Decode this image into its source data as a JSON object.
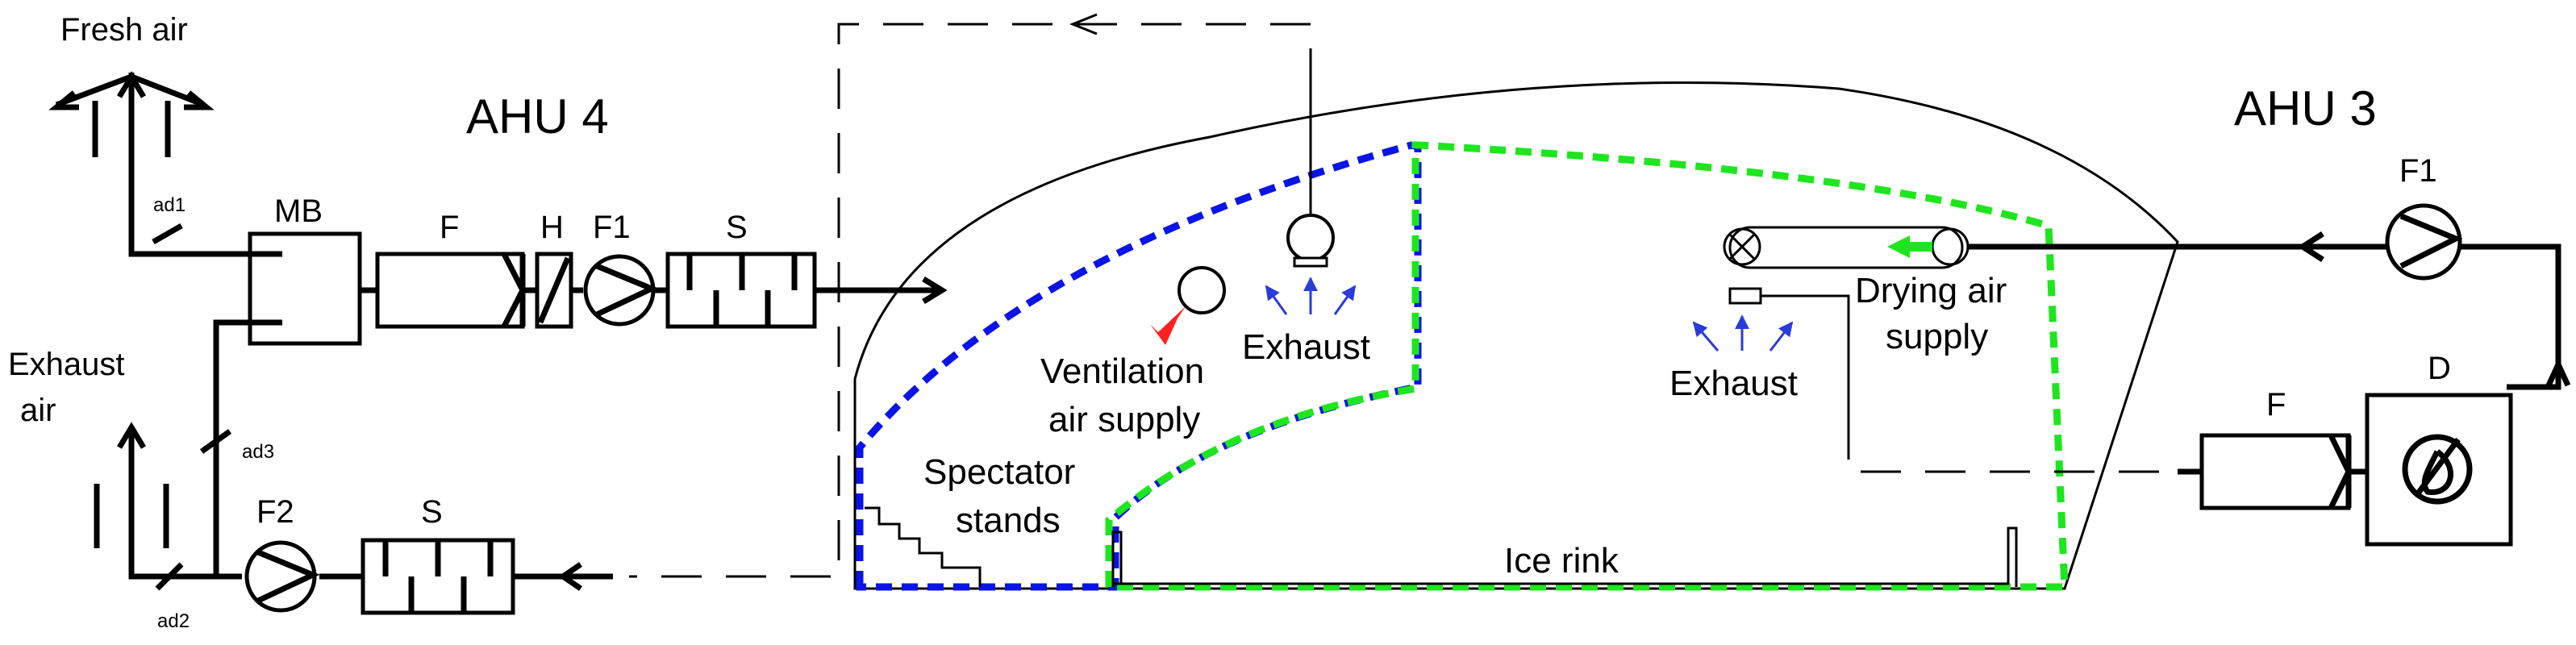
{
  "labels": {
    "fresh_air": "Fresh air",
    "exhaust_air_1": "Exhaust",
    "exhaust_air_2": "air",
    "ad1": "ad1",
    "ad2": "ad2",
    "ad3": "ad3",
    "ahu4": "AHU 4",
    "ahu3": "AHU 3",
    "mb": "MB",
    "f_ahu4": "F",
    "h": "H",
    "f1_ahu4": "F1",
    "s_ahu4_top": "S",
    "f2": "F2",
    "s_ahu4_bottom": "S",
    "f1_ahu3": "F1",
    "f_ahu3": "F",
    "d": "D",
    "ventilation_1": "Ventilation",
    "ventilation_2": "air supply",
    "exhaust_center": "Exhaust",
    "exhaust_right": "Exhaust",
    "drying_1": "Drying air",
    "drying_2": "supply",
    "spectator_1": "Spectator",
    "spectator_2": "stands",
    "ice_rink": "Ice rink"
  },
  "colors": {
    "ventilation_zone": "#0a14e6",
    "drying_zone": "#1ee61e",
    "ventilation_arrow": "#ff2020",
    "drying_arrow": "#1ee61e",
    "exhaust_arrows": "#2a3bd9"
  }
}
